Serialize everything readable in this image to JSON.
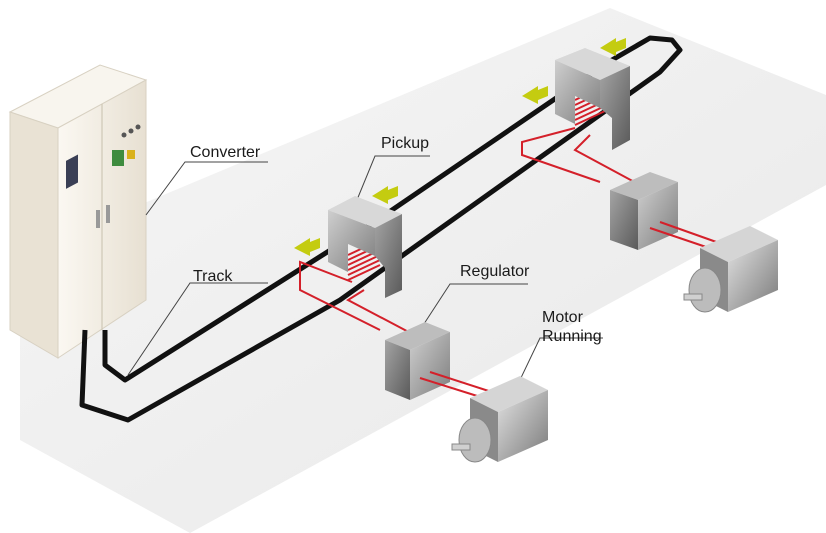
{
  "labels": {
    "converter": "Converter",
    "pickup": "Pickup",
    "track": "Track",
    "regulator": "Regulator",
    "motor_line1": "Motor",
    "motor_line2": "Running"
  },
  "colors": {
    "track": "#111111",
    "coil": "#d4202a",
    "arrow": "#c4cc10",
    "pickup_body": "#9a9a9a",
    "regulator_body": "#8a8a8a",
    "motor_body": "#9b9b9b",
    "cabinet": "#f4efe6",
    "floor": "#eeeeee"
  },
  "icons": [
    "direction-arrow-icon",
    "motor-shaft-icon"
  ]
}
